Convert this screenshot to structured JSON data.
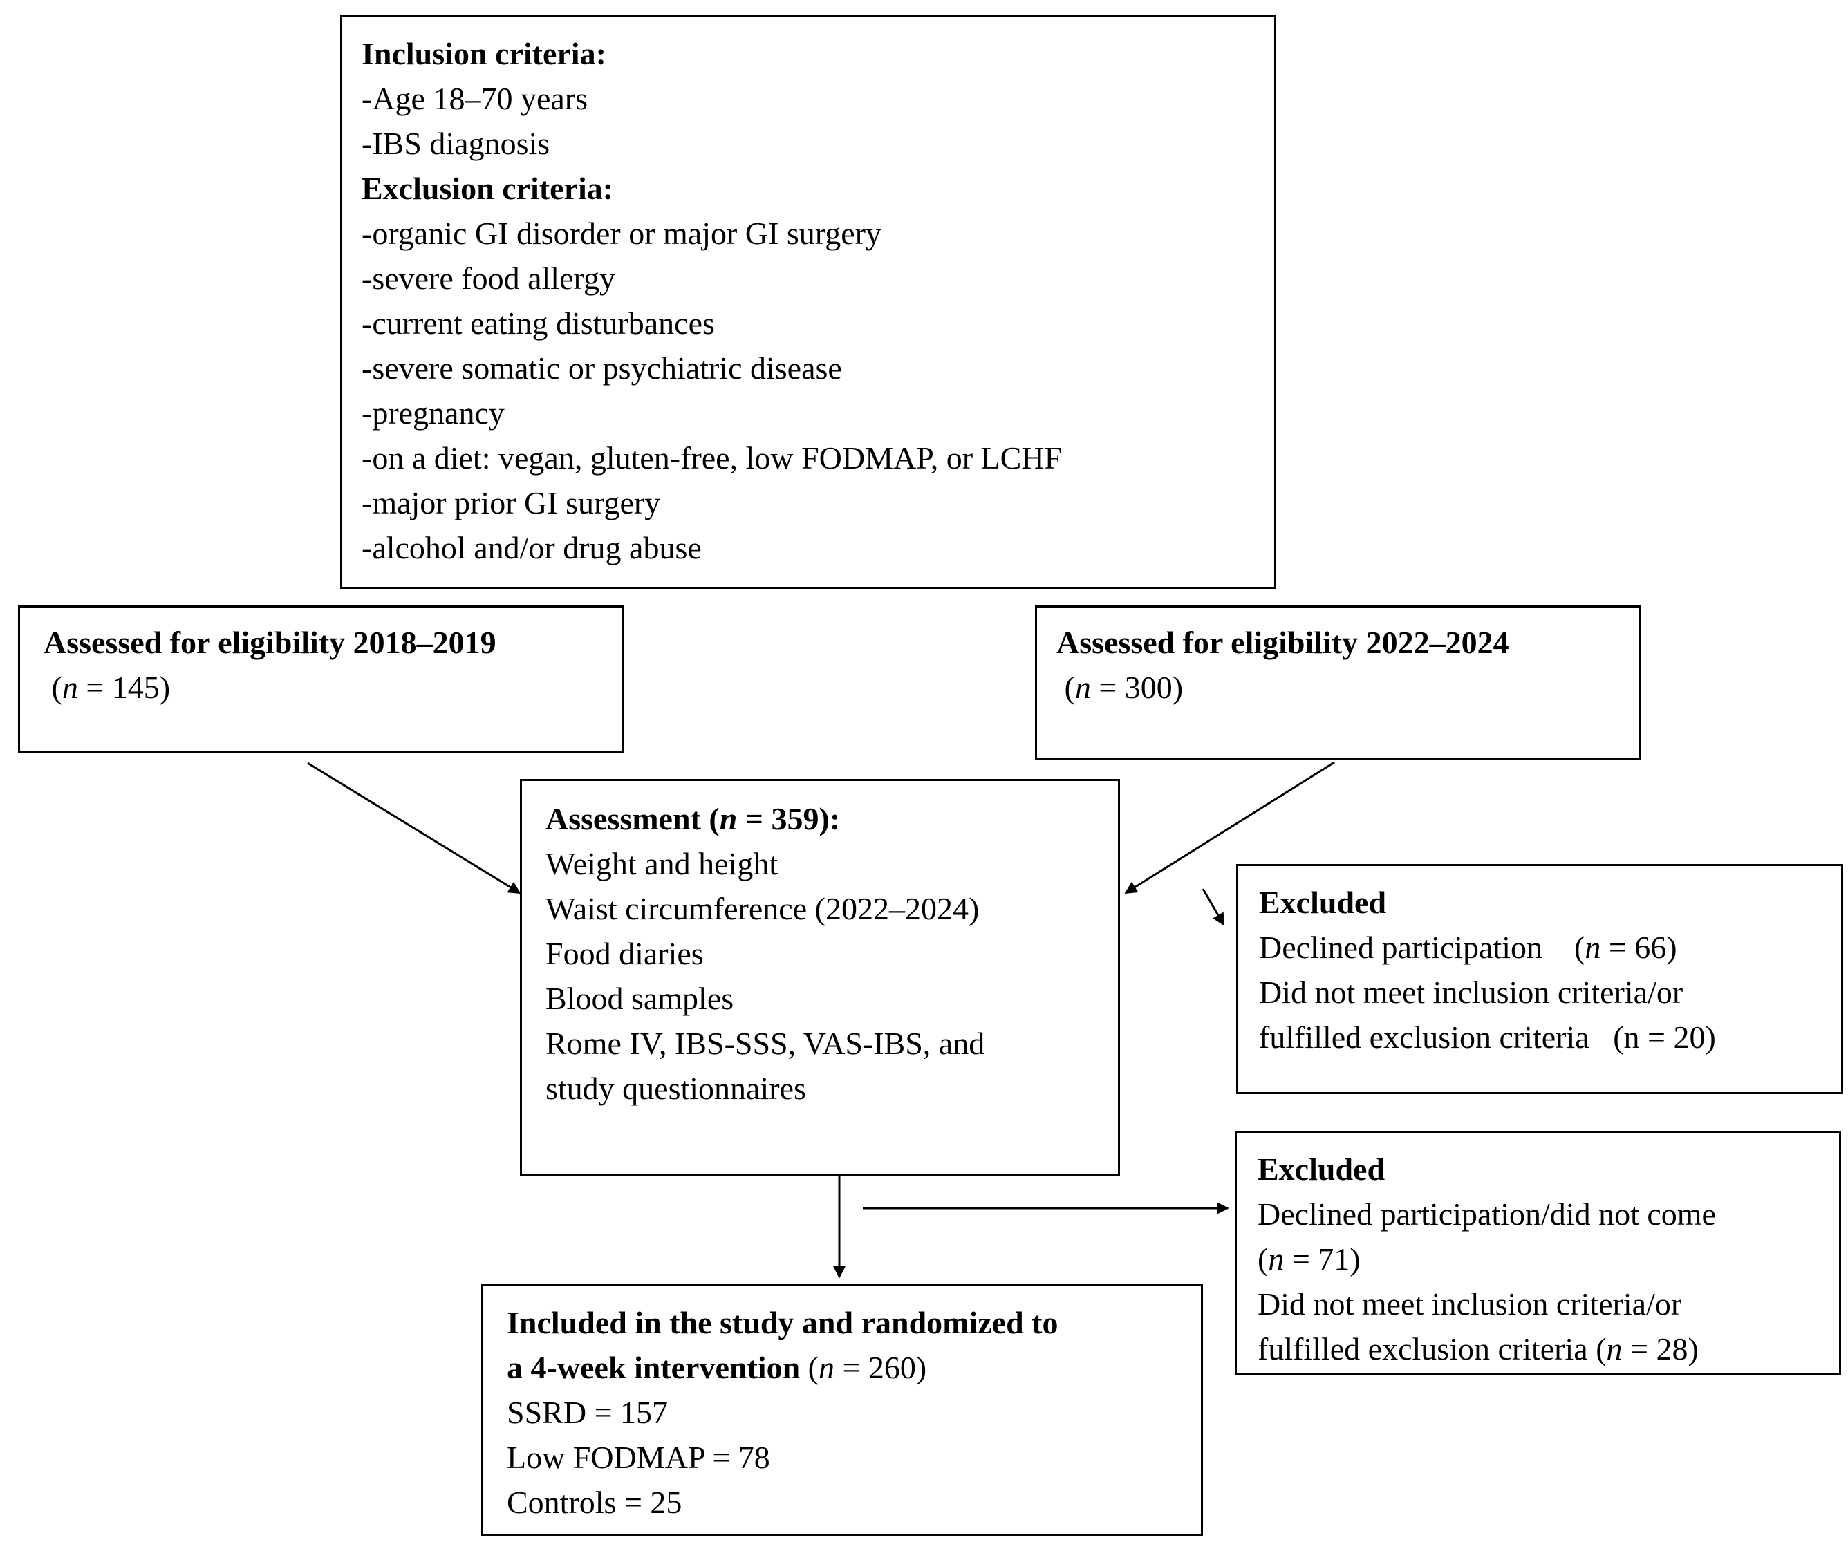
{
  "criteria": {
    "inclusion_title": "Inclusion criteria:",
    "inclusion": [
      "-Age 18–70 years",
      "-IBS diagnosis"
    ],
    "exclusion_title": "Exclusion criteria:",
    "exclusion": [
      "-organic GI disorder or major GI surgery",
      "-severe food allergy",
      "-current eating disturbances",
      "-severe somatic or psychiatric disease",
      "-pregnancy",
      "-on a diet: vegan, gluten-free, low FODMAP, or LCHF",
      "-major prior GI surgery",
      "-alcohol and/or drug abuse"
    ]
  },
  "eligibility_2018_2019": {
    "title": "Assessed for eligibility 2018–2019",
    "n_open": "(",
    "n_var": "n",
    "n_rest": " = 145)"
  },
  "eligibility_2022_2024": {
    "title": "Assessed for eligibility 2022–2024",
    "n_open": "(",
    "n_var": "n",
    "n_rest": " = 300)"
  },
  "assessment": {
    "title_pre": "Assessment (",
    "title_var": "n",
    "title_post": " = 359):",
    "items": [
      "Weight and height",
      "Waist circumference (2022–2024)",
      "Food diaries",
      "Blood samples",
      "Rome IV, IBS-SSS, VAS-IBS, and",
      "study questionnaires"
    ]
  },
  "excluded_1": {
    "title": "Excluded",
    "declined_text": "Declined participation",
    "declined_n_open": "(",
    "declined_n_var": "n",
    "declined_n_rest": " = 66)",
    "not_meet_line1": "Did not meet inclusion criteria/or",
    "not_meet_line2": "fulfilled exclusion criteria",
    "not_meet_n": "(n = 20)"
  },
  "excluded_2": {
    "title": "Excluded",
    "declined_text": "Declined participation/did not come",
    "declined_n_open": "(",
    "declined_n_var": "n",
    "declined_n_rest": " = 71)",
    "not_meet_line1": "Did not meet inclusion criteria/or",
    "not_meet_line2": "fulfilled exclusion criteria (",
    "not_meet_n_var": "n",
    "not_meet_n_rest": " = 28)"
  },
  "included": {
    "title_line1": "Included in the study and randomized to",
    "title_line2": "a 4-week intervention",
    "n_open": " (",
    "n_var": "n",
    "n_rest": " = 260)",
    "groups": [
      "SSRD = 157",
      "Low FODMAP = 78",
      "Controls = 25"
    ]
  }
}
